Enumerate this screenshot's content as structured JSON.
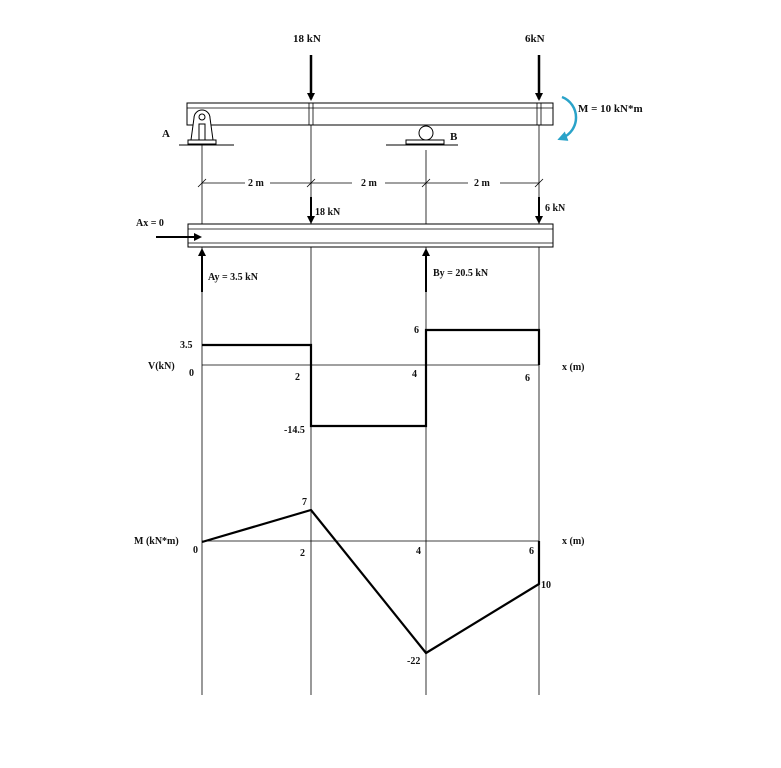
{
  "beam": {
    "load_left": "18 kN",
    "load_right": "6kN",
    "moment": "M = 10 kN*m",
    "support_a": "A",
    "support_b": "B",
    "moment_color": "#2aa3c9"
  },
  "fbd": {
    "spans": [
      "2 m",
      "2 m",
      "2 m"
    ],
    "load_left": "18 kN",
    "load_right": "6 kN",
    "ax": "Ax = 0",
    "ay": "Ay = 3.5 kN",
    "by": "By = 20.5 kN"
  },
  "shear": {
    "ylabel": "V(kN)",
    "xlabel": "x (m)",
    "ticks": [
      "0",
      "2",
      "4",
      "6"
    ],
    "v1": "3.5",
    "v2": "-14.5",
    "v3": "6"
  },
  "moment": {
    "ylabel": "M (kN*m)",
    "xlabel": "x (m)",
    "ticks": [
      "0",
      "2",
      "4",
      "6"
    ],
    "m1": "7",
    "m2": "-22",
    "m3": "10"
  },
  "chart_data": [
    {
      "type": "line",
      "title": "Shear Force Diagram",
      "xlabel": "x (m)",
      "ylabel": "V(kN)",
      "x": [
        0,
        2,
        2,
        4,
        4,
        6,
        6
      ],
      "values": [
        3.5,
        3.5,
        -14.5,
        -14.5,
        6,
        6,
        0
      ],
      "annotations": [
        "3.5",
        "-14.5",
        "6"
      ],
      "xticks": [
        0,
        2,
        4,
        6
      ]
    },
    {
      "type": "line",
      "title": "Bending Moment Diagram",
      "xlabel": "x (m)",
      "ylabel": "M (kN*m)",
      "x": [
        0,
        2,
        4,
        6,
        6
      ],
      "values": [
        0,
        7,
        -22,
        -10,
        0
      ],
      "annotations": [
        "7",
        "-22",
        "10"
      ],
      "xticks": [
        0,
        2,
        4,
        6
      ]
    }
  ]
}
